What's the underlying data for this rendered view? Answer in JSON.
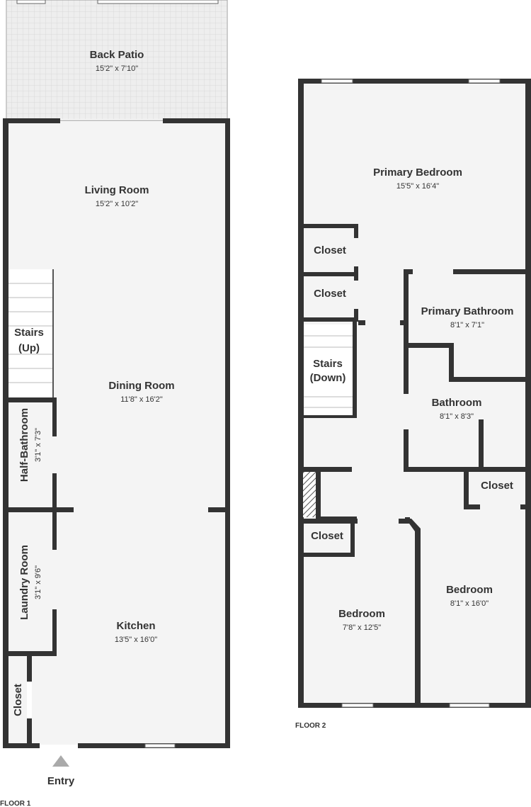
{
  "floor1": {
    "label": "FLOOR 1",
    "rooms": {
      "back_patio": {
        "name": "Back Patio",
        "dims": "15'2\" x 7'10\""
      },
      "living_room": {
        "name": "Living Room",
        "dims": "15'2\" x 10'2\""
      },
      "stairs_up": {
        "line1": "Stairs",
        "line2": "(Up)"
      },
      "dining_room": {
        "name": "Dining Room",
        "dims": "11'8\" x 16'2\""
      },
      "half_bathroom": {
        "name": "Half-Bathroom",
        "dims": "3'1\" x 7'3\""
      },
      "laundry_room": {
        "name": "Laundry Room",
        "dims": "3'1\" x 9'6\""
      },
      "kitchen": {
        "name": "Kitchen",
        "dims": "13'5\" x 16'0\""
      },
      "closet": {
        "name": "Closet"
      }
    },
    "entry_label": "Entry"
  },
  "floor2": {
    "label": "FLOOR 2",
    "rooms": {
      "primary_bedroom": {
        "name": "Primary Bedroom",
        "dims": "15'5\" x 16'4\""
      },
      "closet_1": {
        "name": "Closet"
      },
      "closet_2": {
        "name": "Closet"
      },
      "primary_bathroom": {
        "name": "Primary Bathroom",
        "dims": "8'1\" x 7'1\""
      },
      "stairs_down": {
        "line1": "Stairs",
        "line2": "(Down)"
      },
      "bathroom": {
        "name": "Bathroom",
        "dims": "8'1\" x 8'3\""
      },
      "closet_3": {
        "name": "Closet"
      },
      "closet_4": {
        "name": "Closet"
      },
      "bedroom_1": {
        "name": "Bedroom",
        "dims": "7'8\" x 12'5\""
      },
      "bedroom_2": {
        "name": "Bedroom",
        "dims": "8'1\" x 16'0\""
      }
    }
  },
  "colors": {
    "wall": "#333333",
    "floor": "#f4f4f4",
    "patio": "#eeeeee",
    "text": "#333333"
  }
}
